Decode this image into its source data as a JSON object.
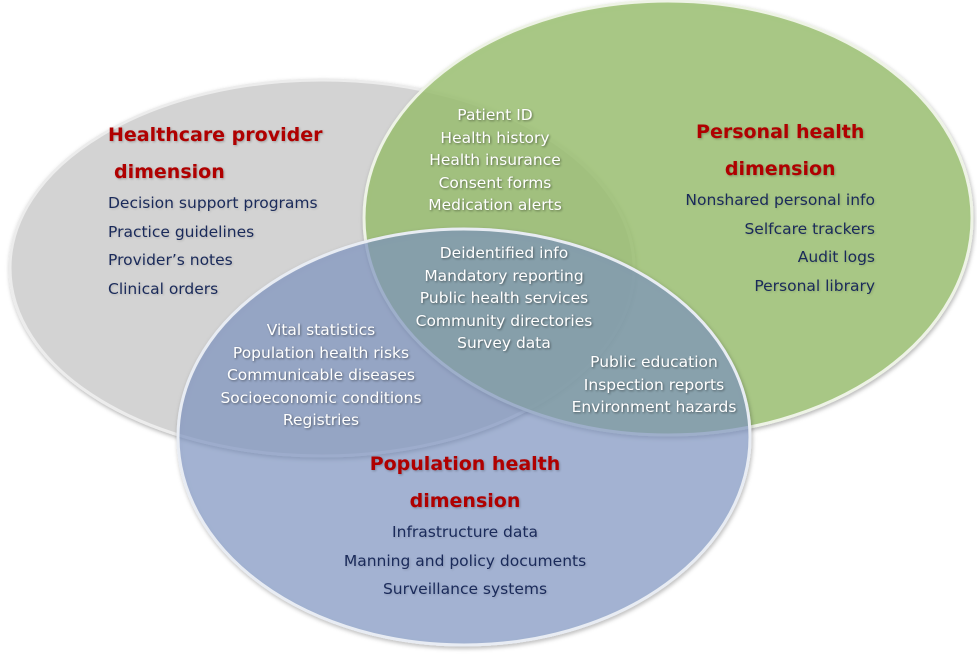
{
  "healthcare": {
    "title": [
      "Healthcare provider",
      "dimension"
    ],
    "items": [
      "Decision support programs",
      "Practice guidelines",
      "Provider’s notes",
      "Clinical orders"
    ]
  },
  "personal": {
    "title": [
      "Personal health",
      "dimension"
    ],
    "items": [
      "Nonshared personal info",
      "Selfcare trackers",
      "Audit logs",
      "Personal library"
    ]
  },
  "population": {
    "title": [
      "Population health",
      "dimension"
    ],
    "items": [
      "Infrastructure data",
      "Manning and policy documents",
      "Surveillance systems"
    ]
  },
  "overlap_provider_personal": [
    "Patient ID",
    "Health history",
    "Health insurance",
    "Consent forms",
    "Medication alerts"
  ],
  "overlap_all": [
    "Deidentified info",
    "Mandatory reporting",
    "Public health services",
    "Community directories",
    "Survey data"
  ],
  "overlap_provider_population": [
    "Vital statistics",
    "Population health risks",
    "Communicable diseases",
    "Socioeconomic conditions",
    "Registries"
  ],
  "overlap_personal_population": [
    "Public education",
    "Inspection reports",
    "Environment hazards"
  ],
  "colors": {
    "provider": "#d3d3d3",
    "personal": "#a3c77c",
    "population": "#93a8cf",
    "title": "#b00000",
    "text": "#1a2a5a"
  }
}
